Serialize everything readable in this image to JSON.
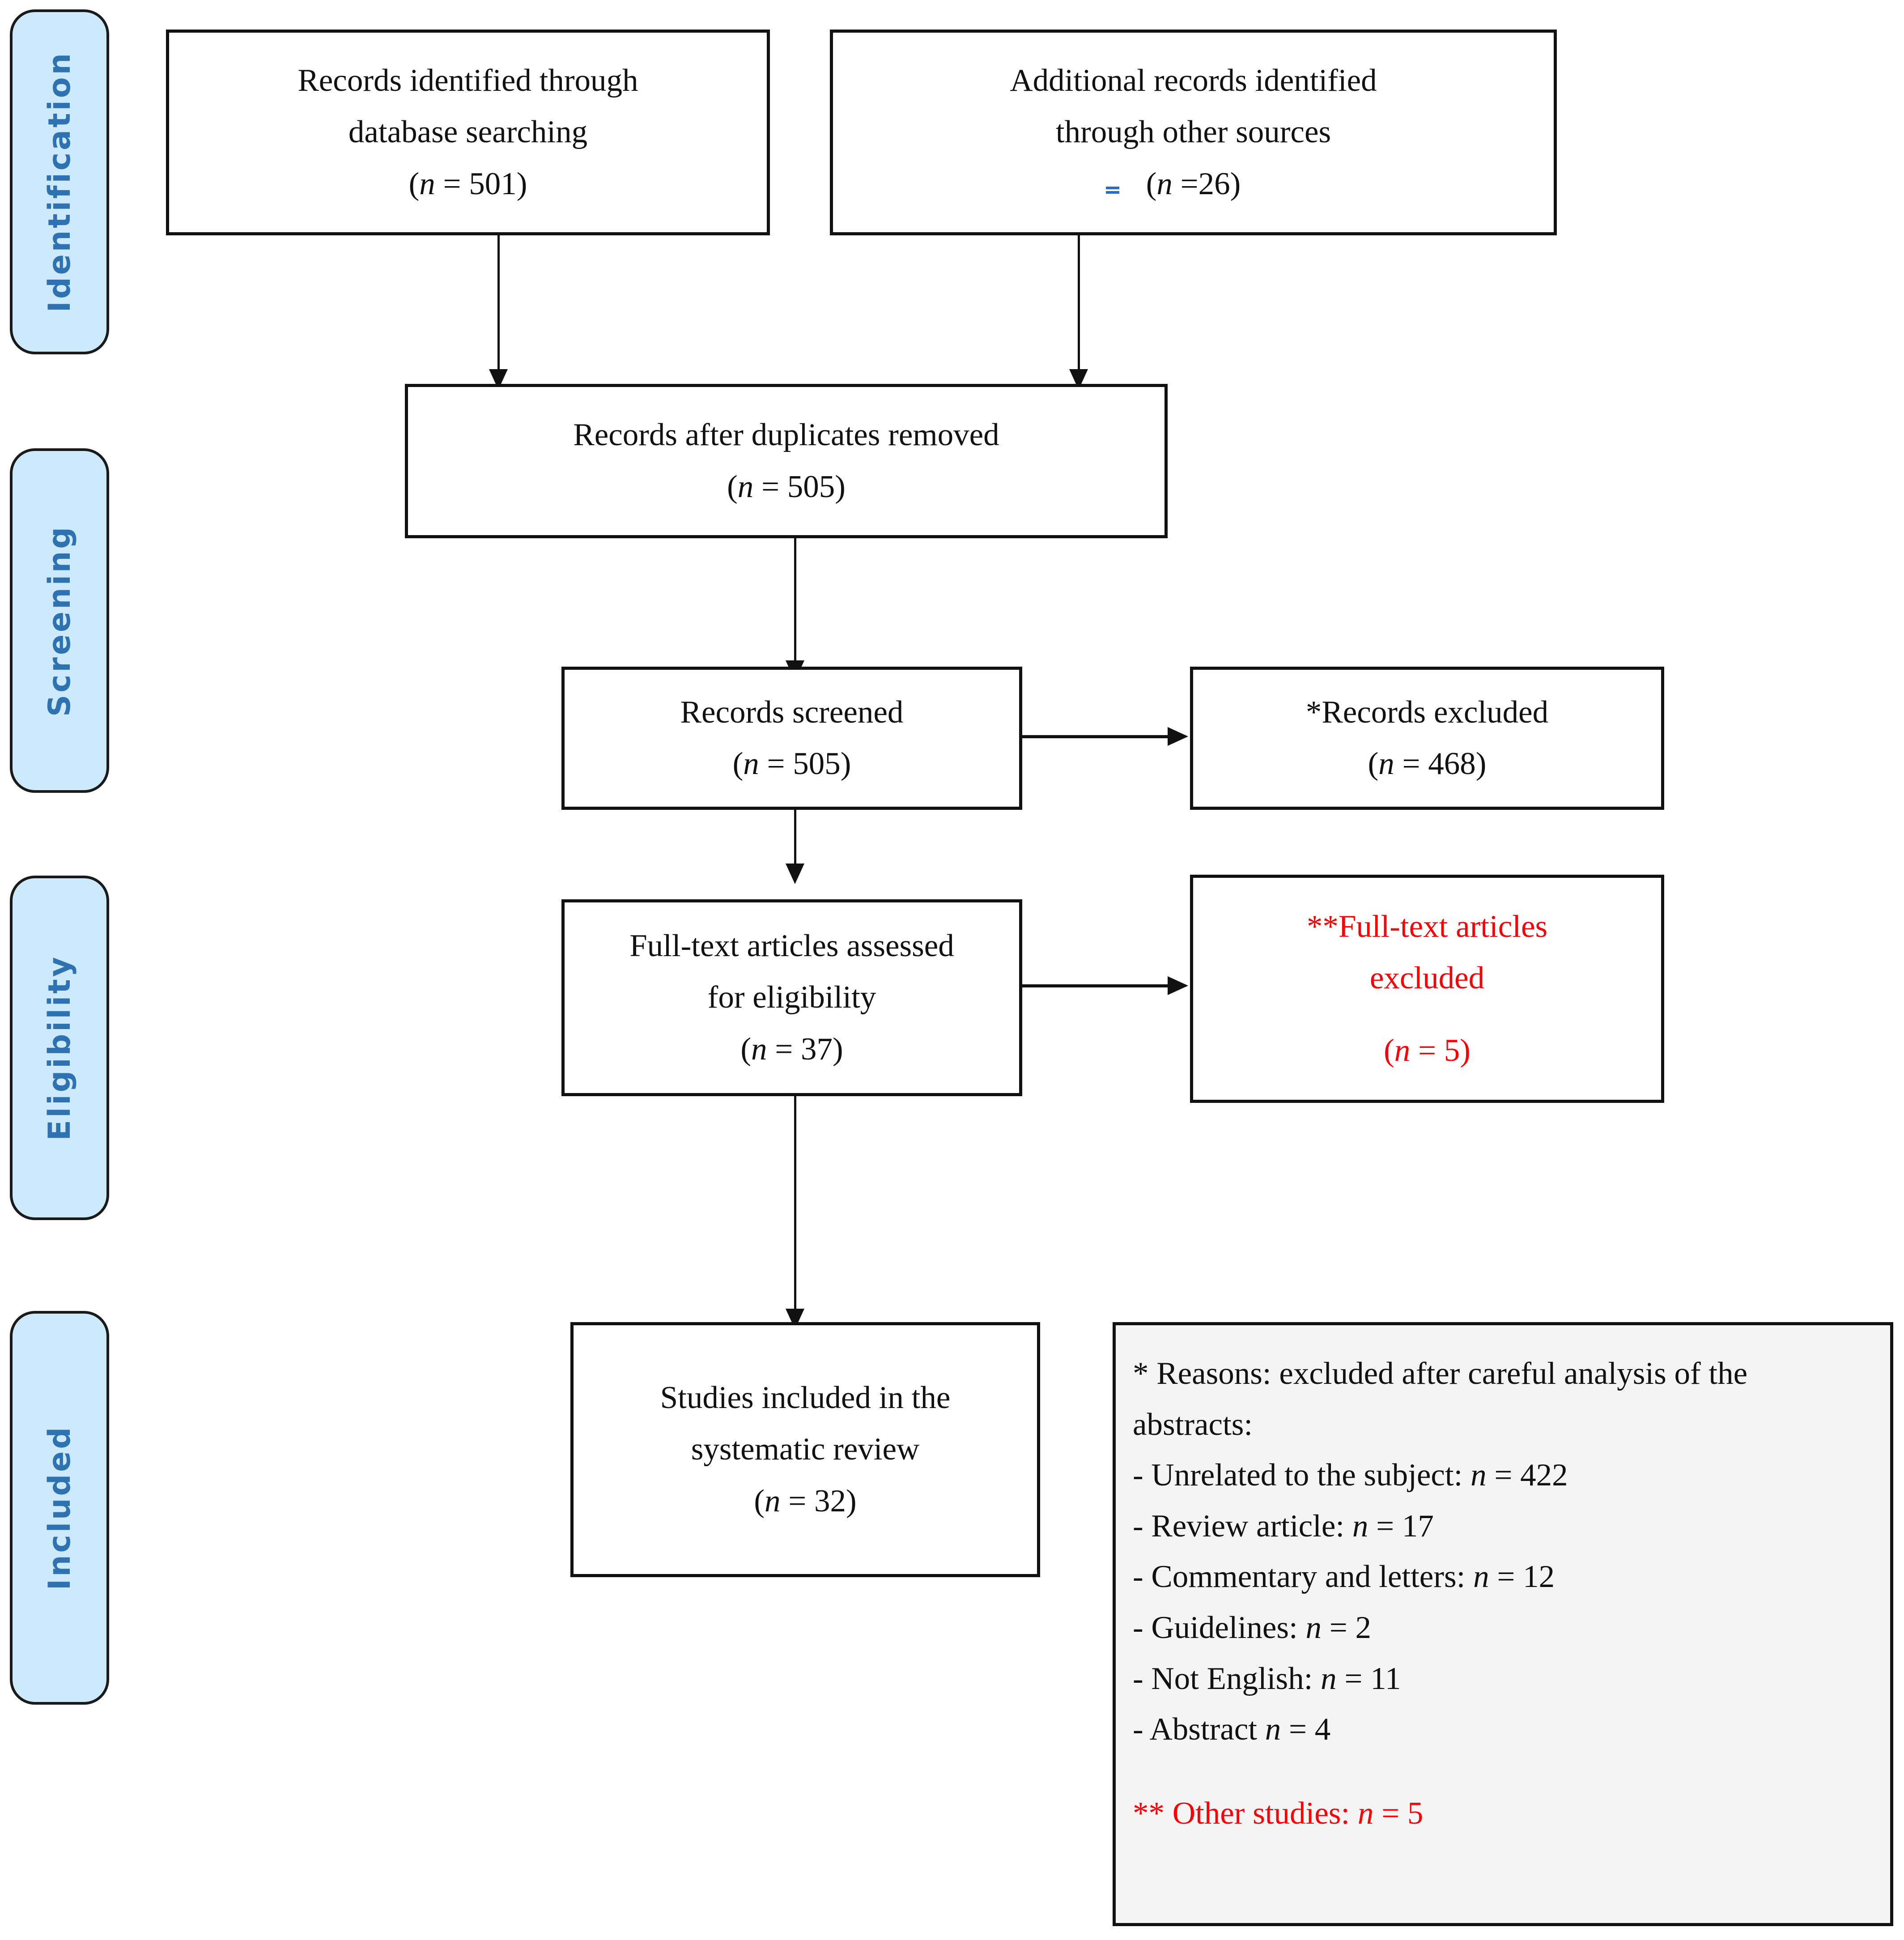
{
  "diagram": {
    "title": "PRISMA flow diagram",
    "colors": {
      "pill_fill": "#cdeafc",
      "pill_text": "#2f72b2",
      "box_border": "#111111",
      "red_text": "#fb0007",
      "reasons_fill": "#f4f4f4",
      "spellcheck_mark": "#2a6fc4"
    }
  },
  "stages": [
    {
      "label": "Identification"
    },
    {
      "label": "Screening"
    },
    {
      "label": "Eligibility"
    },
    {
      "label": "Included"
    }
  ],
  "boxes": {
    "db_search": {
      "line1": "Records identified through",
      "line2": "database searching",
      "count_open": "(",
      "count_n": "n",
      "count_rest": " = 501)"
    },
    "other_sources": {
      "line1": "Additional records identified",
      "line2": "through other sources",
      "count_open": "(",
      "count_n": "n",
      "count_rest": " =26)"
    },
    "duplicates_removed": {
      "line1": "Records after duplicates removed",
      "count_open": "(",
      "count_n": "n",
      "count_rest": " = 505)"
    },
    "records_screened": {
      "line1": "Records screened",
      "count_open": "(",
      "count_n": "n",
      "count_rest": " = 505)"
    },
    "records_excluded": {
      "line1": "*Records excluded",
      "count_open": "(",
      "count_n": "n",
      "count_rest": " = 468)"
    },
    "fulltext_assessed": {
      "line1": "Full-text articles assessed",
      "line2": "for eligibility",
      "count_open": "(",
      "count_n": "n",
      "count_rest": " = 37)"
    },
    "fulltext_excluded": {
      "line1": "**Full-text articles",
      "line2": "excluded",
      "count_open": "(",
      "count_n": "n",
      "count_rest": " = 5)"
    },
    "studies_included": {
      "line1": "Studies included in the",
      "line2": "systematic review",
      "count_open": "(",
      "count_n": "n",
      "count_rest": " = 32)"
    }
  },
  "reasons_panel": {
    "heading": "* Reasons: excluded after careful analysis of the abstracts:",
    "items": [
      {
        "text": "- Unrelated to the subject: ",
        "n": "n",
        "value": " =  422"
      },
      {
        "text": "- Review article: ",
        "n": "n",
        "value": " = 17"
      },
      {
        "text": "- Commentary and letters: ",
        "n": "n",
        "value": " = 12"
      },
      {
        "text": "- Guidelines: ",
        "n": "n",
        "value": " = 2"
      },
      {
        "text": "- Not English: ",
        "n": "n",
        "value": " = 11"
      },
      {
        "text": "- Abstract ",
        "n": "n",
        "value": " = 4"
      }
    ],
    "footnote": {
      "text": "** Other studies: ",
      "n": "n",
      "value": " = 5"
    }
  }
}
